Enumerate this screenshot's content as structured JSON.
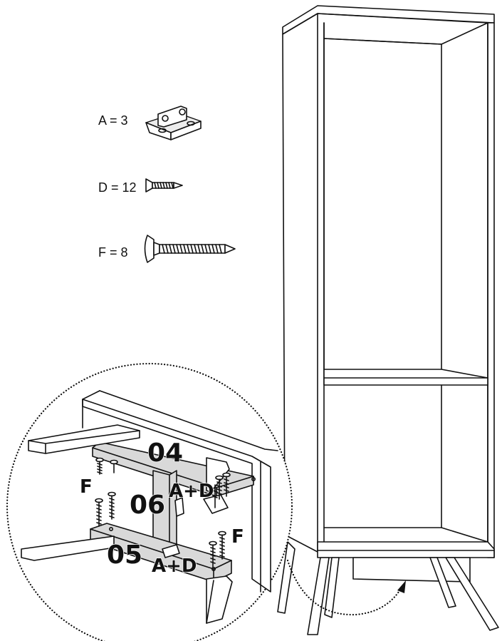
{
  "hardware_list": [
    {
      "id": "A",
      "text": "A = 3",
      "icon": "bracket-icon"
    },
    {
      "id": "D",
      "text": "D = 12",
      "icon": "short-screw-icon"
    },
    {
      "id": "F",
      "text": "F = 8",
      "icon": "long-screw-icon"
    }
  ],
  "detail": {
    "part_04": "04",
    "part_05": "05",
    "part_06": "06",
    "fix_ad_top": "A+D",
    "fix_ad_bottom": "A+D",
    "fix_f_left": "F",
    "fix_f_right": "F"
  },
  "colors": {
    "line": "#111111",
    "shade": "#d9d9d9",
    "background": "#ffffff"
  }
}
